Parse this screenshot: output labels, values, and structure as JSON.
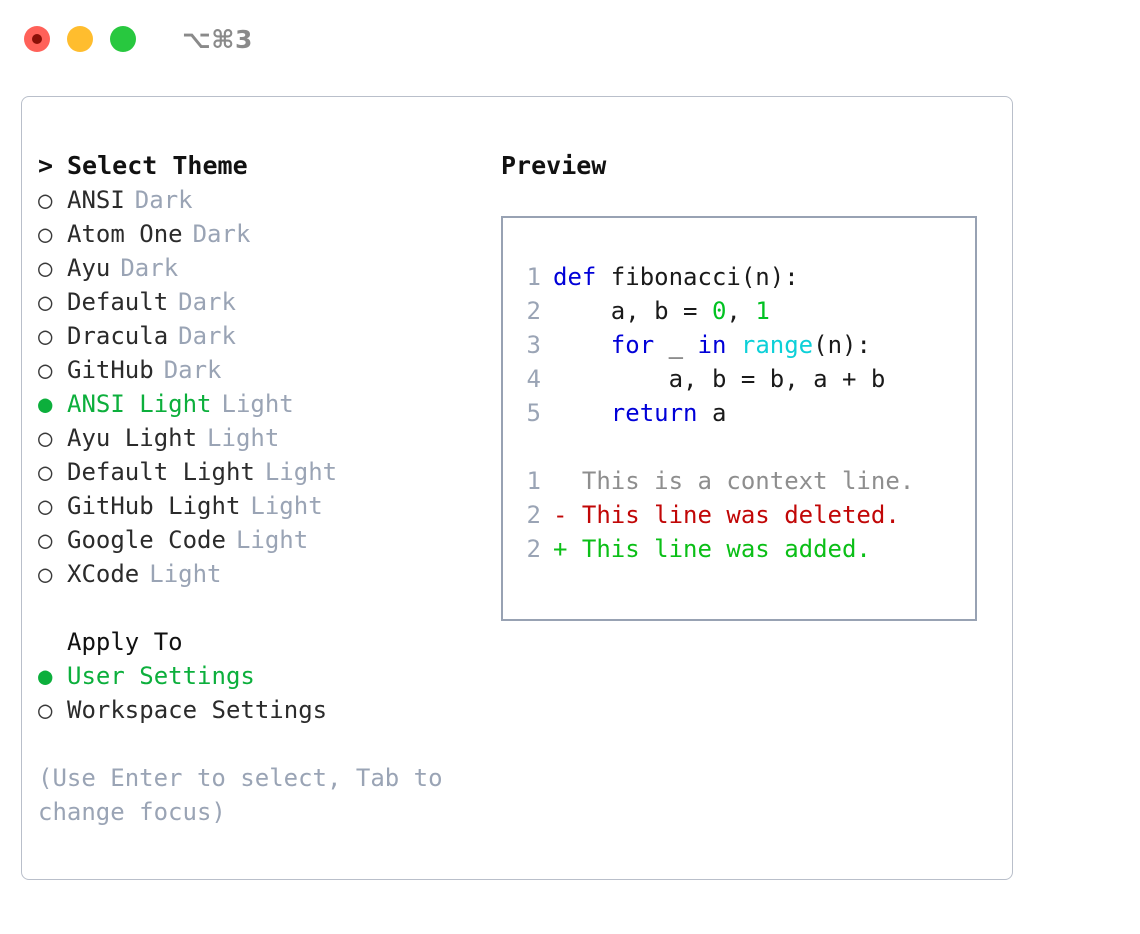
{
  "titlebar": {
    "traffic_lights": [
      {
        "name": "close",
        "color": "#ff6159"
      },
      {
        "name": "minimize",
        "color": "#ffbd2e"
      },
      {
        "name": "zoom",
        "color": "#28c83f"
      }
    ],
    "shortcut": "⌥⌘3"
  },
  "theme_selector": {
    "caret": ">",
    "title": "Select Theme",
    "bullet_on": "●",
    "bullet_off": "○",
    "options": [
      {
        "label": "ANSI",
        "badge": "Dark",
        "selected": false
      },
      {
        "label": "Atom One",
        "badge": "Dark",
        "selected": false
      },
      {
        "label": "Ayu",
        "badge": "Dark",
        "selected": false
      },
      {
        "label": "Default",
        "badge": "Dark",
        "selected": false
      },
      {
        "label": "Dracula",
        "badge": "Dark",
        "selected": false
      },
      {
        "label": "GitHub",
        "badge": "Dark",
        "selected": false
      },
      {
        "label": "ANSI Light",
        "badge": "Light",
        "selected": true
      },
      {
        "label": "Ayu Light",
        "badge": "Light",
        "selected": false
      },
      {
        "label": "Default Light",
        "badge": "Light",
        "selected": false
      },
      {
        "label": "GitHub Light",
        "badge": "Light",
        "selected": false
      },
      {
        "label": "Google Code",
        "badge": "Light",
        "selected": false
      },
      {
        "label": "XCode",
        "badge": "Light",
        "selected": false
      }
    ]
  },
  "apply_to": {
    "title": "Apply To",
    "options": [
      {
        "label": "User Settings",
        "selected": true
      },
      {
        "label": "Workspace Settings",
        "selected": false
      }
    ]
  },
  "hint": "(Use Enter to select, Tab to change focus)",
  "preview": {
    "title": "Preview",
    "code_lines": [
      {
        "lineno": "1",
        "tokens": [
          {
            "t": "def",
            "c": "kw"
          },
          {
            "t": " fibonacci(n):",
            "c": "pl"
          }
        ]
      },
      {
        "lineno": "2",
        "tokens": [
          {
            "t": "    a, b = ",
            "c": "pl"
          },
          {
            "t": "0",
            "c": "num"
          },
          {
            "t": ", ",
            "c": "pl"
          },
          {
            "t": "1",
            "c": "num"
          }
        ]
      },
      {
        "lineno": "3",
        "tokens": [
          {
            "t": "    ",
            "c": "pl"
          },
          {
            "t": "for",
            "c": "kw"
          },
          {
            "t": " _ ",
            "c": "pl"
          },
          {
            "t": "in",
            "c": "kw"
          },
          {
            "t": " ",
            "c": "pl"
          },
          {
            "t": "range",
            "c": "fn"
          },
          {
            "t": "(n):",
            "c": "pl"
          }
        ]
      },
      {
        "lineno": "4",
        "tokens": [
          {
            "t": "        a, b = b, a + b",
            "c": "pl"
          }
        ]
      },
      {
        "lineno": "5",
        "tokens": [
          {
            "t": "    ",
            "c": "pl"
          },
          {
            "t": "return",
            "c": "kw"
          },
          {
            "t": " a",
            "c": "pl"
          }
        ]
      }
    ],
    "diff_lines": [
      {
        "lineno": "1",
        "marker": " ",
        "text": " This is a context line.",
        "kind": "ctx"
      },
      {
        "lineno": "2",
        "marker": "-",
        "text": " This line was deleted.",
        "kind": "del"
      },
      {
        "lineno": "2",
        "marker": "+",
        "text": " This line was added.",
        "kind": "add"
      }
    ]
  },
  "colors": {
    "accent_green": "#0caf3c",
    "muted": "#9aa4b5",
    "keyword_blue": "#0000d8",
    "function_cyan": "#0dd0d8",
    "number_green": "#00c221",
    "diff_delete": "#c10707",
    "diff_add": "#0bbf17",
    "border": "#98a2b3"
  }
}
